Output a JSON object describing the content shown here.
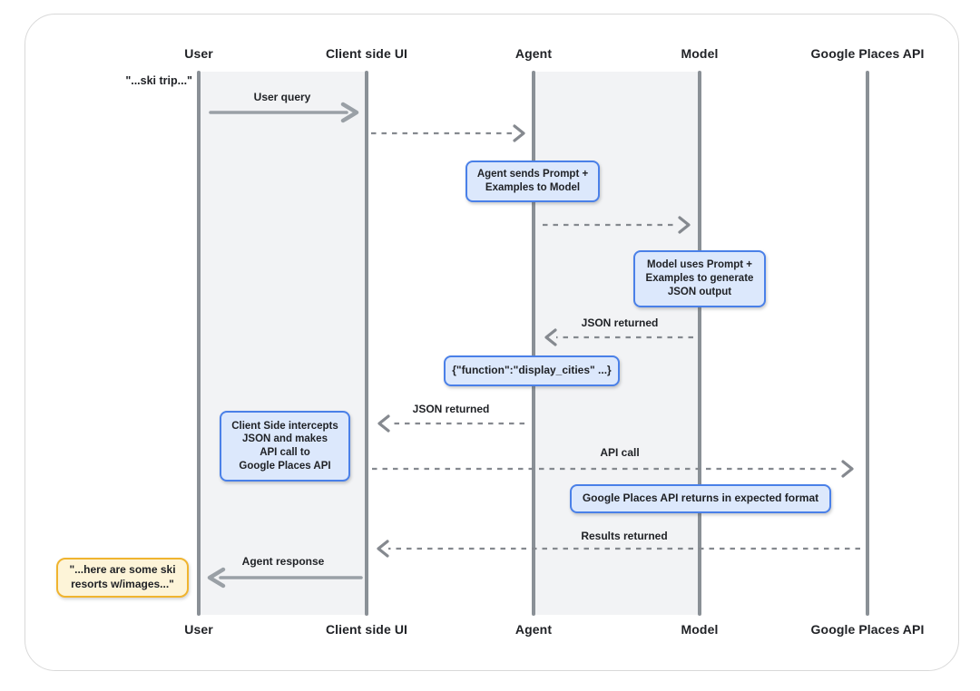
{
  "actors": {
    "user": "User",
    "client": "Client side UI",
    "agent": "Agent",
    "model": "Model",
    "places": "Google Places API"
  },
  "quotes": {
    "request": "\"...ski trip...\"",
    "response": "\"...here are some ski\nresorts w/images...\""
  },
  "messages": {
    "user_query": "User query",
    "json_returned_model": "JSON returned",
    "json_returned_agent": "JSON returned",
    "api_call": "API call",
    "results_returned": "Results returned",
    "agent_response": "Agent response"
  },
  "notes": {
    "agent_prompt": "Agent sends Prompt +\nExamples to Model",
    "model_generate": "Model uses Prompt +\nExamples to generate\nJSON output",
    "function_json": "{\"function\":\"display_cities\" ...}",
    "client_intercepts": "Client Side intercepts\nJSON and makes\nAPI call to\nGoogle Places API",
    "places_returns": "Google Places API returns in expected format"
  },
  "colors": {
    "text": "#1f2125",
    "lifeline": "#8a9096",
    "arrow": "#9aa0a6",
    "dash": "#85898f",
    "lane": "#f2f3f5",
    "note_fill": "#dce8fc",
    "note_border": "#4a80e8",
    "quote_fill": "#fdf4d8",
    "quote_border": "#f0b42f",
    "card_border": "#d9d9d9"
  }
}
